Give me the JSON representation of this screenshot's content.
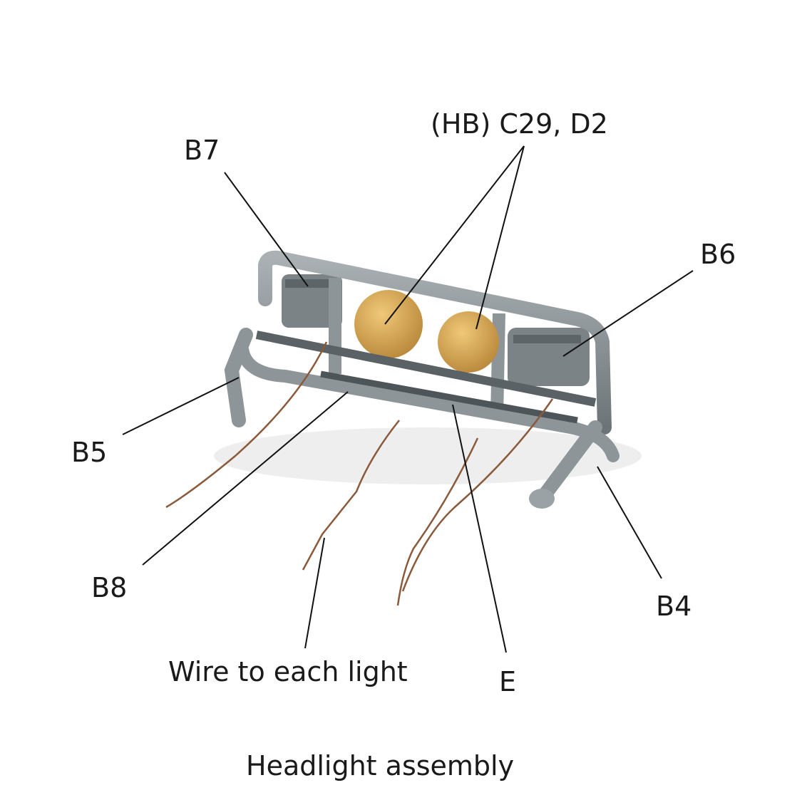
{
  "labels": {
    "hb": "(HB) C29, D2",
    "b7": "B7",
    "b6": "B6",
    "b5": "B5",
    "b8": "B8",
    "b4": "B4",
    "wire": "Wire to each light",
    "e": "E"
  },
  "caption": "Headlight assembly",
  "colors": {
    "frame": "#8f979b",
    "frame_dark": "#5f676b",
    "lamp": "#d9a952",
    "wire": "#8a5a3a",
    "leader": "#111111"
  }
}
